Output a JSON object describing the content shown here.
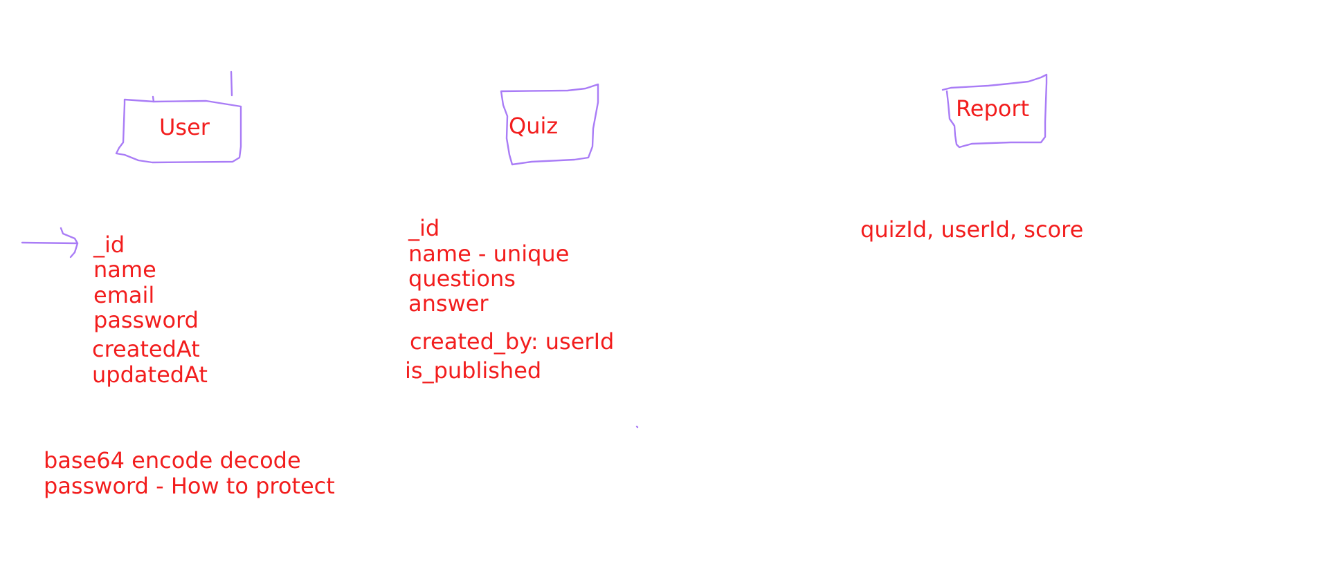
{
  "colors": {
    "text": "#f21d1d",
    "shape": "#a97cf6"
  },
  "entities": {
    "user": {
      "title": "User",
      "fields": [
        "_id",
        "name",
        "email",
        "password",
        "createdAt",
        "updatedAt"
      ]
    },
    "quiz": {
      "title": "Quiz",
      "fields": [
        "_id",
        "name - unique",
        "questions",
        "answer",
        "created_by: userId",
        "is_published"
      ]
    },
    "report": {
      "title": "Report",
      "fields": [
        "quizId, userId, score"
      ]
    }
  },
  "notes": [
    "base64 encode decode",
    "password - How to protect"
  ]
}
